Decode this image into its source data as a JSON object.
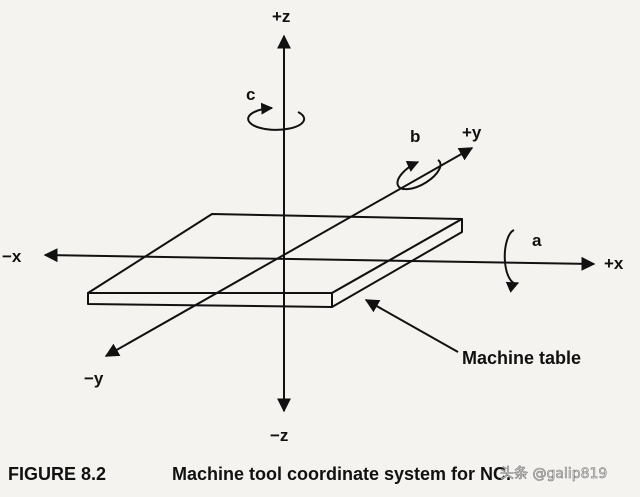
{
  "axes": {
    "pos_z": "+z",
    "neg_z": "−z",
    "pos_x": "+x",
    "neg_x": "−x",
    "pos_y": "+y",
    "neg_y": "−y"
  },
  "rotations": {
    "a": "a",
    "b": "b",
    "c": "c"
  },
  "callout": {
    "machine_table": "Machine table"
  },
  "caption": {
    "figure_number": "FIGURE 8.2",
    "title": "Machine tool coordinate system for NC."
  },
  "watermark": "头条 @galip819",
  "colors": {
    "ink": "#111111",
    "paper": "#f4f3ef"
  }
}
